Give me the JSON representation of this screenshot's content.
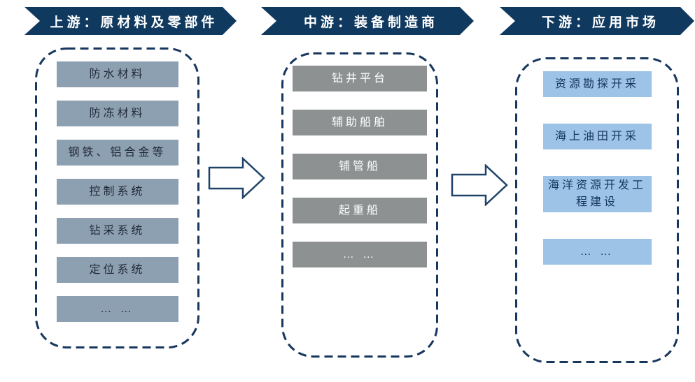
{
  "diagram": {
    "type": "industry-chain-flow",
    "direction": "left-to-right"
  },
  "columns": [
    {
      "id": "upstream",
      "banner": "上游：原材料及零部件",
      "items": [
        "防水材料",
        "防冻材料",
        "钢铁、铝合金等",
        "控制系统",
        "钻采系统",
        "定位系统",
        "… …"
      ]
    },
    {
      "id": "midstream",
      "banner": "中游：装备制造商",
      "items": [
        "钻井平台",
        "辅助船舶",
        "铺管船",
        "起重船",
        "… …"
      ]
    },
    {
      "id": "downstream",
      "banner": "下游：应用市场",
      "items": [
        "资源勘探开采",
        "海上油田开采",
        "海洋资源开发工程建设",
        "… …"
      ]
    }
  ],
  "icons": {
    "flow_arrow": "right-arrow-outline"
  },
  "colors": {
    "banner_bg": "#10395F",
    "banner_text": "#FFFFFF",
    "dashed_border": "#17375E",
    "upstream_box_bg": "#8DA0B2",
    "upstream_box_text": "#20293A",
    "midstream_box_bg": "#8E9192",
    "midstream_box_text": "#FFFFFF",
    "downstream_box_bg": "#9DC3E6",
    "downstream_box_text": "#17375E",
    "arrow_outline": "#1F4368",
    "arrow_fill": "#FFFFFF",
    "bg": "#FFFFFF"
  }
}
